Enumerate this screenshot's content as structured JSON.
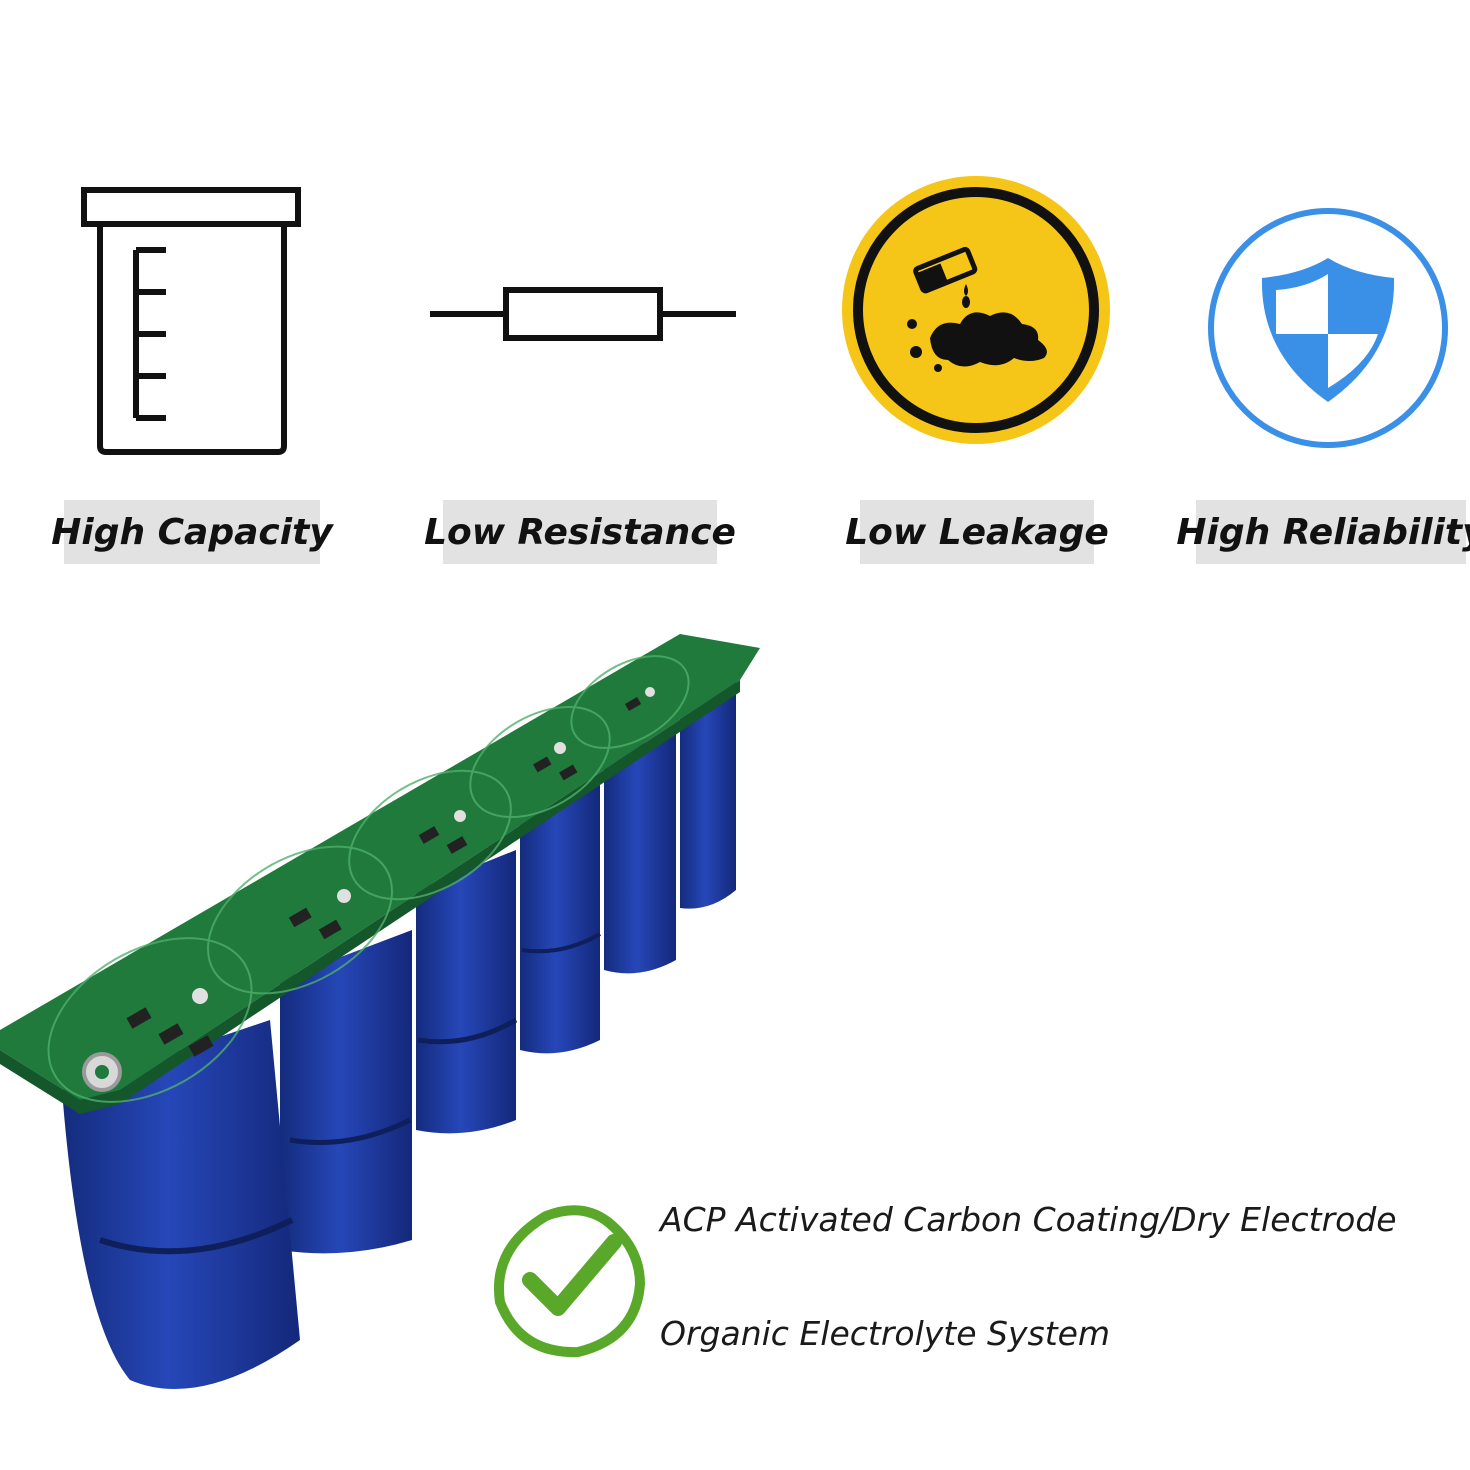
{
  "features": [
    {
      "label": "High Capacity",
      "icon": "beaker-icon"
    },
    {
      "label": "Low Resistance",
      "icon": "resistor-icon"
    },
    {
      "label": "Low Leakage",
      "icon": "leakage-warning-icon"
    },
    {
      "label": "High Reliability",
      "icon": "shield-icon"
    }
  ],
  "bullets": [
    {
      "text": "ACP Activated Carbon Coating/Dry Electrode",
      "icon": "check-icon"
    },
    {
      "text": "Organic Electrolyte System"
    }
  ],
  "product": {
    "icon": "supercapacitor-module-photo"
  },
  "colors": {
    "label_bg": "#e2e2e2",
    "warning_yellow": "#f5c518",
    "shield_blue": "#3a8fe6",
    "check_green": "#5aa82a",
    "pcb_green": "#1f7a3c",
    "capacitor_blue": "#1d3fa8"
  }
}
